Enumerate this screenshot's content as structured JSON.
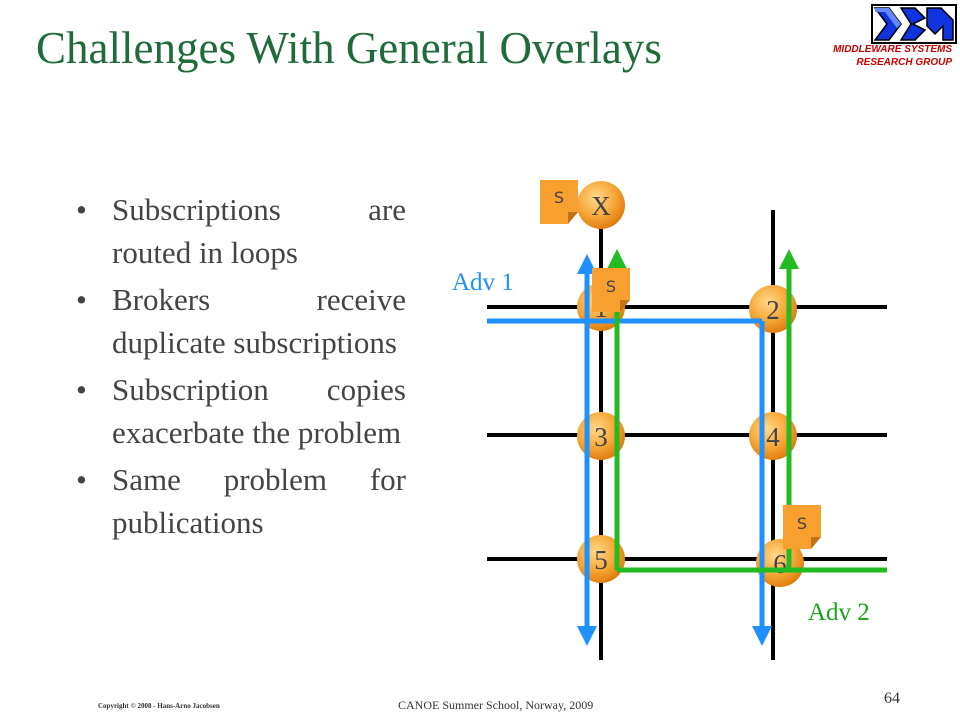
{
  "title": "Challenges With General Overlays",
  "logo": {
    "line1": "MIDDLEWARE SYSTEMS",
    "line2": "RESEARCH GROUP"
  },
  "bullets": [
    "Subscriptions are routed in loops",
    "Brokers receive duplicate subscriptions",
    "Subscription copies exacerbate the problem",
    "Same problem for publications"
  ],
  "diagram": {
    "nodes": {
      "x": "X",
      "n1": "1",
      "n2": "2",
      "n3": "3",
      "n4": "4",
      "n5": "5",
      "n6": "6"
    },
    "subscription_tag": "S",
    "adv1_label": "Adv 1",
    "adv2_label": "Adv 2",
    "colors": {
      "grid": "#000000",
      "adv1": "#1e90ff",
      "adv2": "#22bb22",
      "node": "#f7a738",
      "tag": "#f7a030",
      "label_blue": "#1e90ff",
      "label_green": "#1aa21a"
    }
  },
  "footer": {
    "copyright": "Copyright © 2008 - Hans-Arno Jacobsen",
    "event": "CANOE Summer School, Norway, 2009",
    "page": "64"
  }
}
